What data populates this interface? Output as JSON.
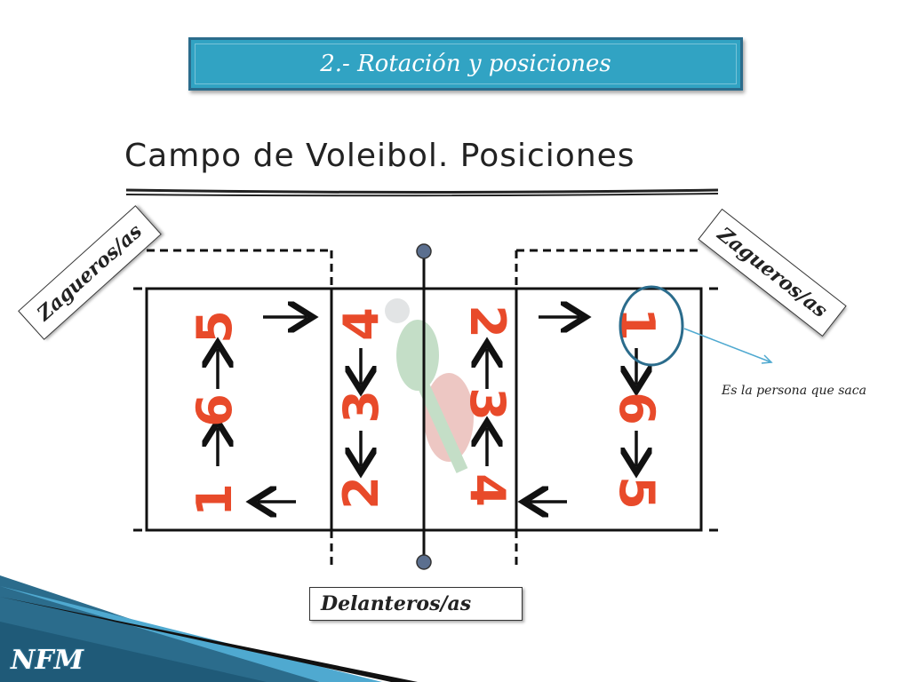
{
  "header": {
    "title": "2.- Rotación y posiciones"
  },
  "diagram": {
    "title": "Campo de Voleibol. Posiciones",
    "back_row_label_left": "Zagueros/as",
    "back_row_label_right": "Zagueros/as",
    "front_row_label": "Delanteros/as",
    "server_note": "Es la persona que saca"
  },
  "court": {
    "left_half": {
      "back_row": [
        "1",
        "6",
        "5"
      ],
      "front_row": [
        "2",
        "3",
        "4"
      ]
    },
    "right_half": {
      "front_row": [
        "4",
        "3",
        "2"
      ],
      "back_row": [
        "5",
        "6",
        "1"
      ]
    },
    "server_position": "1",
    "colors": {
      "number": "#e84a2a",
      "line": "#111111",
      "accent": "#31a3c3",
      "net_pole": "#5b6f8f"
    }
  },
  "footer": {
    "logo": "NFM"
  }
}
